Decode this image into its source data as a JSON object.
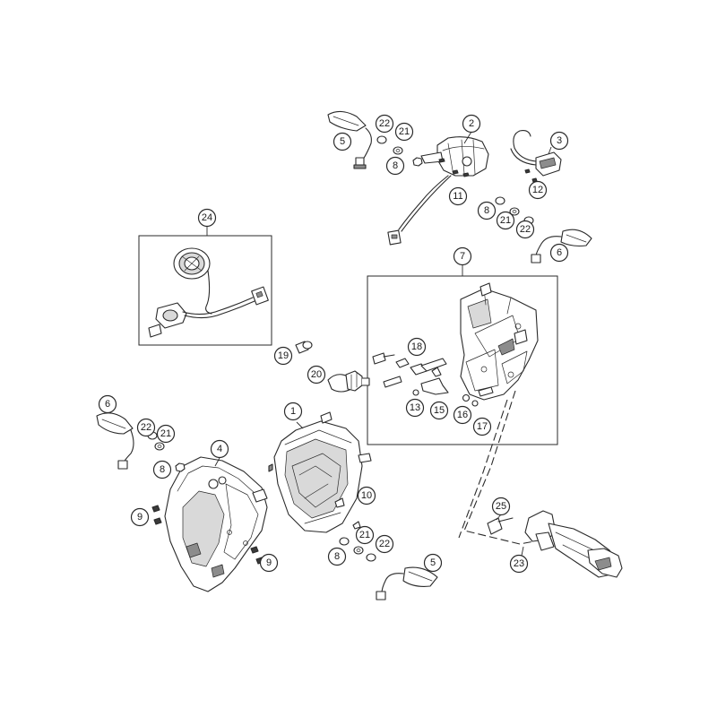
{
  "diagram": {
    "type": "exploded-parts-diagram",
    "line_color": "#2a2a2a",
    "background": "#ffffff",
    "callouts": [
      {
        "id": "c1",
        "label": "1"
      },
      {
        "id": "c2",
        "label": "2"
      },
      {
        "id": "c3",
        "label": "3"
      },
      {
        "id": "c4",
        "label": "4"
      },
      {
        "id": "c5a",
        "label": "5"
      },
      {
        "id": "c5b",
        "label": "5"
      },
      {
        "id": "c6a",
        "label": "6"
      },
      {
        "id": "c6b",
        "label": "6"
      },
      {
        "id": "c7",
        "label": "7"
      },
      {
        "id": "c8a",
        "label": "8"
      },
      {
        "id": "c8b",
        "label": "8"
      },
      {
        "id": "c8c",
        "label": "8"
      },
      {
        "id": "c8d",
        "label": "8"
      },
      {
        "id": "c9a",
        "label": "9"
      },
      {
        "id": "c9b",
        "label": "9"
      },
      {
        "id": "c10",
        "label": "10"
      },
      {
        "id": "c11",
        "label": "11"
      },
      {
        "id": "c12",
        "label": "12"
      },
      {
        "id": "c13",
        "label": "13"
      },
      {
        "id": "c15",
        "label": "15"
      },
      {
        "id": "c16",
        "label": "16"
      },
      {
        "id": "c17",
        "label": "17"
      },
      {
        "id": "c18",
        "label": "18"
      },
      {
        "id": "c19",
        "label": "19"
      },
      {
        "id": "c20",
        "label": "20"
      },
      {
        "id": "c21a",
        "label": "21"
      },
      {
        "id": "c21b",
        "label": "21"
      },
      {
        "id": "c21c",
        "label": "21"
      },
      {
        "id": "c21d",
        "label": "21"
      },
      {
        "id": "c22a",
        "label": "22"
      },
      {
        "id": "c22b",
        "label": "22"
      },
      {
        "id": "c22c",
        "label": "22"
      },
      {
        "id": "c22d",
        "label": "22"
      },
      {
        "id": "c23",
        "label": "23"
      },
      {
        "id": "c24",
        "label": "24"
      },
      {
        "id": "c25",
        "label": "25"
      }
    ]
  }
}
